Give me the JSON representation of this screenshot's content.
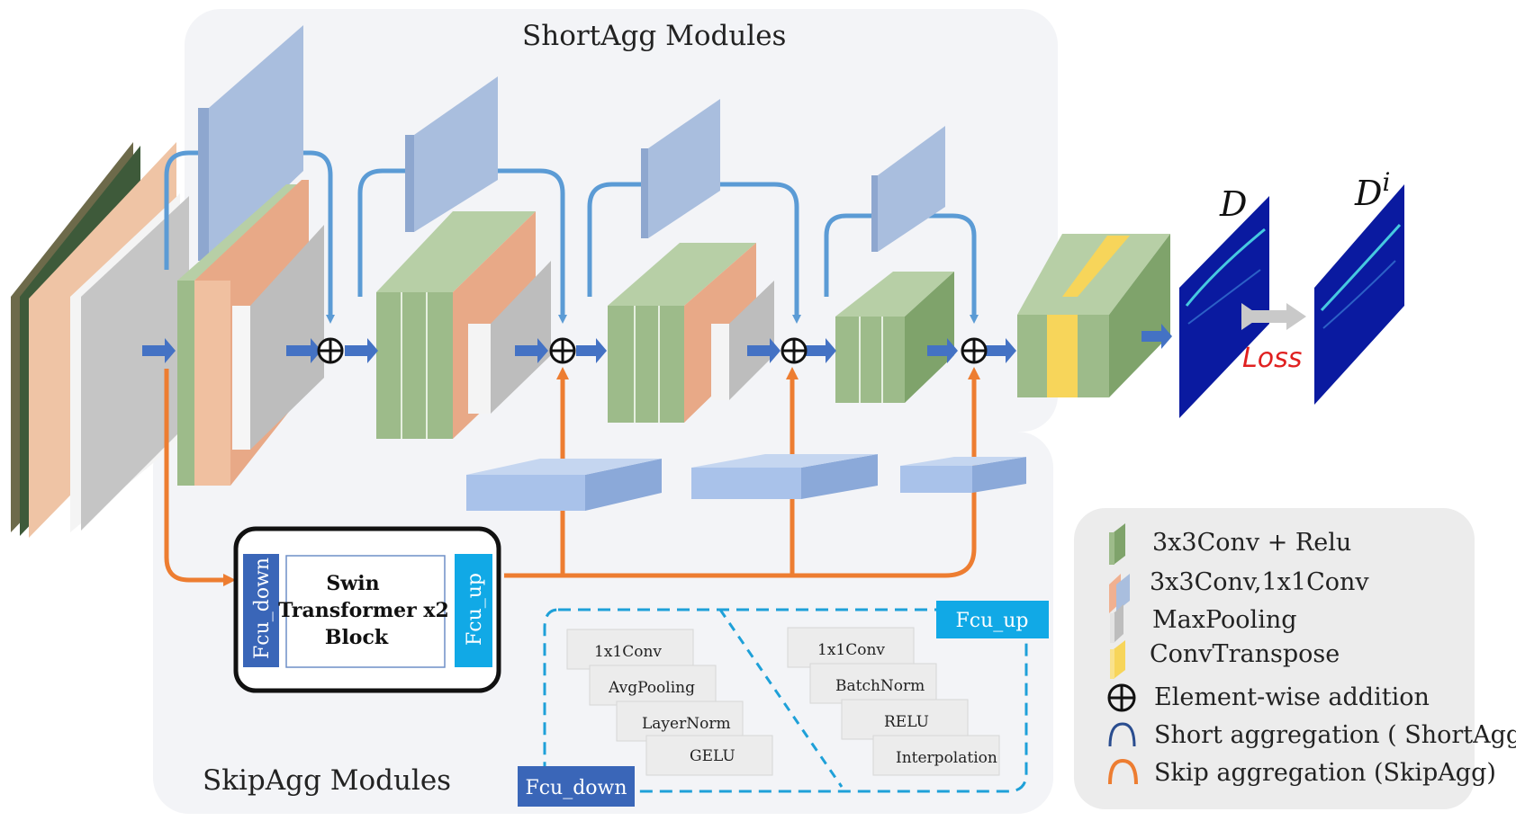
{
  "titles": {
    "shortagg": "ShortAgg Modules",
    "skipagg": "SkipAgg Modules"
  },
  "swin_block": {
    "line1": "Swin",
    "line2": "Transformer x2",
    "line3": "Block",
    "left_label": "Fcu_down",
    "right_label": "Fcu_up"
  },
  "fcu_down": {
    "label": "Fcu_down",
    "steps": [
      "1x1Conv",
      "AvgPooling",
      "LayerNorm",
      "GELU"
    ]
  },
  "fcu_up": {
    "label": "Fcu_up",
    "steps": [
      "1x1Conv",
      "BatchNorm",
      "RELU",
      "Interpolation"
    ]
  },
  "outputs": {
    "d_label": "D",
    "di_label": "D",
    "di_sup": "i",
    "loss_label": "Loss"
  },
  "legend": {
    "items": [
      {
        "label": "3x3Conv + Relu",
        "icon": "green-layer-icon"
      },
      {
        "label": "3x3Conv,1x1Conv",
        "icon": "orange-blue-layer-icon"
      },
      {
        "label": "MaxPooling",
        "icon": "gray-layer-icon"
      },
      {
        "label": "ConvTranspose",
        "icon": "yellow-layer-icon"
      },
      {
        "label": "Element-wise addition",
        "icon": "circled-plus-icon"
      },
      {
        "label": "Short aggregation ( ShortAgg)",
        "icon": "blue-arc-icon"
      },
      {
        "label": "Skip  aggregation (SkipAgg)",
        "icon": "orange-arc-icon"
      }
    ]
  },
  "colors": {
    "green": "#9dbb8a",
    "orange": "#f3c2a2",
    "gray": "#c4c4c4",
    "yellow": "#f7d55a",
    "blue_panel": "#a8c0e4",
    "short_arrow": "#5b9bd5",
    "skip_arrow": "#ed7d31",
    "fcu_down": "#3a66b8",
    "fcu_up": "#11a9e6"
  }
}
